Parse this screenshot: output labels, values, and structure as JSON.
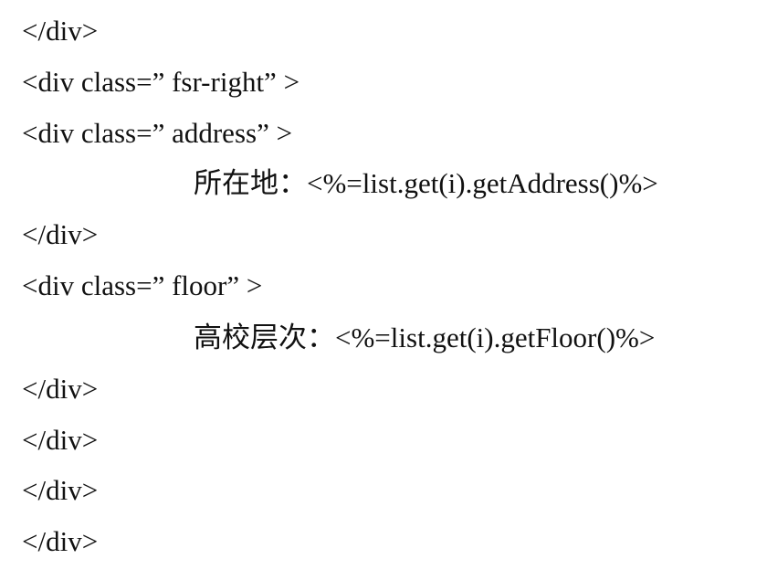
{
  "document": {
    "lines": [
      "</div>",
      "<div class=” fsr-right” >",
      "<div class=” address” >",
      "所在地：<%=list.get(i).getAddress()%>",
      "</div>",
      "<div class=” floor” >",
      "高校层次：<%=list.get(i).getFloor()%>",
      "</div>",
      "</div>",
      "</div>",
      "</div>"
    ]
  }
}
